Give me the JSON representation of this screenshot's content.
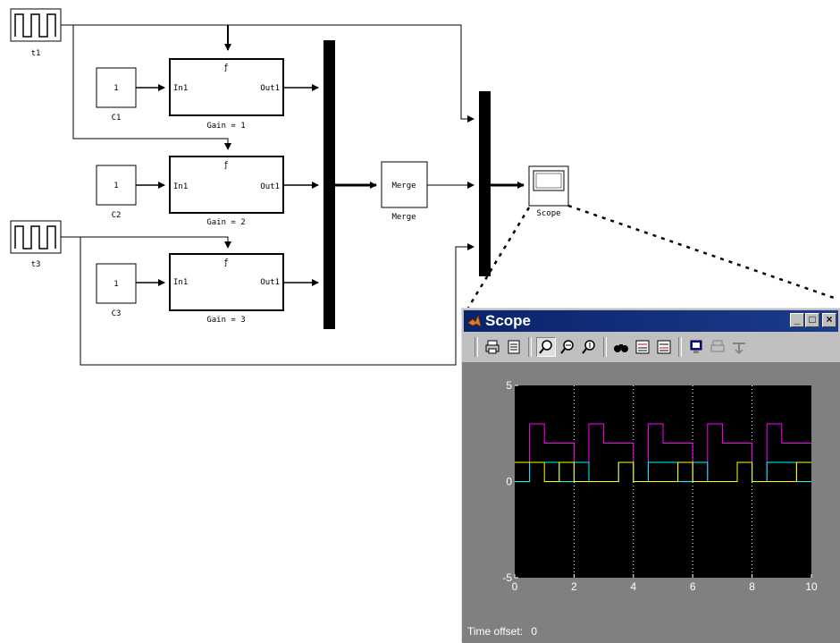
{
  "blocks": {
    "t1": {
      "label": "t1"
    },
    "t3": {
      "label": "t3"
    },
    "c1": {
      "value": "1",
      "label": "C1"
    },
    "c2": {
      "value": "1",
      "label": "C2"
    },
    "c3": {
      "value": "1",
      "label": "C3"
    },
    "subsystems": [
      {
        "in": "In1",
        "out": "Out1",
        "label": "Gain = 1"
      },
      {
        "in": "In1",
        "out": "Out1",
        "label": "Gain = 2"
      },
      {
        "in": "In1",
        "out": "Out1",
        "label": "Gain = 3"
      }
    ],
    "merge": {
      "text": "Merge",
      "label": "Merge"
    },
    "scope": {
      "label": "Scope"
    }
  },
  "scope_window": {
    "title": "Scope",
    "minimize": "_",
    "maximize": "□",
    "close": "×",
    "toolbar_icons": [
      "print-icon",
      "parameters-icon",
      "zoom-icon",
      "zoom-x-icon",
      "zoom-y-icon",
      "autoscale-icon",
      "save-axes-icon",
      "restore-axes-icon",
      "floating-scope-icon",
      "lock-icon",
      "signal-selection-icon"
    ],
    "time_offset_label": "Time offset:",
    "time_offset_value": "0"
  },
  "chart_data": {
    "type": "line",
    "xlim": [
      0,
      10
    ],
    "ylim": [
      -5,
      5
    ],
    "x_ticks": [
      "0",
      "2",
      "4",
      "6",
      "8",
      "10"
    ],
    "y_ticks": [
      "-5",
      "0",
      "5"
    ],
    "grid": "vertical dotted",
    "series": [
      {
        "color": "#ff00ff",
        "x": [
          0,
          0.5,
          0.5,
          1,
          1,
          2,
          2,
          2.5,
          2.5,
          3,
          3,
          4,
          4,
          4.5,
          4.5,
          5,
          5,
          6,
          6,
          6.5,
          6.5,
          7,
          7,
          8,
          8,
          8.5,
          8.5,
          9,
          9,
          10
        ],
        "y": [
          0,
          0,
          3,
          3,
          2,
          2,
          0,
          0,
          3,
          3,
          2,
          2,
          0,
          0,
          3,
          3,
          2,
          2,
          0,
          0,
          3,
          3,
          2,
          2,
          0,
          0,
          3,
          3,
          2,
          2
        ]
      },
      {
        "color": "#00ffff",
        "x": [
          0,
          0.5,
          0.5,
          1.5,
          1.5,
          2,
          2,
          2.5,
          2.5,
          3.5,
          3.5,
          4,
          4,
          4.5,
          4.5,
          5.5,
          5.5,
          6,
          6,
          6.5,
          6.5,
          7.5,
          7.5,
          8,
          8,
          8.5,
          8.5,
          9.5,
          9.5,
          10
        ],
        "y": [
          0,
          0,
          1,
          1,
          0,
          0,
          1,
          1,
          0,
          0,
          1,
          1,
          0,
          0,
          1,
          1,
          0,
          0,
          1,
          1,
          0,
          0,
          1,
          1,
          0,
          0,
          1,
          1,
          0,
          0
        ]
      },
      {
        "color": "#ffff00",
        "x": [
          0,
          1,
          1,
          1.5,
          1.5,
          2,
          2,
          3,
          3,
          3.5,
          3.5,
          4,
          4,
          5,
          5,
          5.5,
          5.5,
          6,
          6,
          7,
          7,
          7.5,
          7.5,
          8,
          8,
          9,
          9,
          9.5,
          9.5,
          10
        ],
        "y": [
          1,
          1,
          0,
          0,
          1,
          1,
          0,
          0,
          0,
          0,
          1,
          1,
          0,
          0,
          0,
          0,
          1,
          1,
          0,
          0,
          0,
          0,
          1,
          1,
          0,
          0,
          0,
          0,
          1,
          1
        ]
      }
    ]
  }
}
